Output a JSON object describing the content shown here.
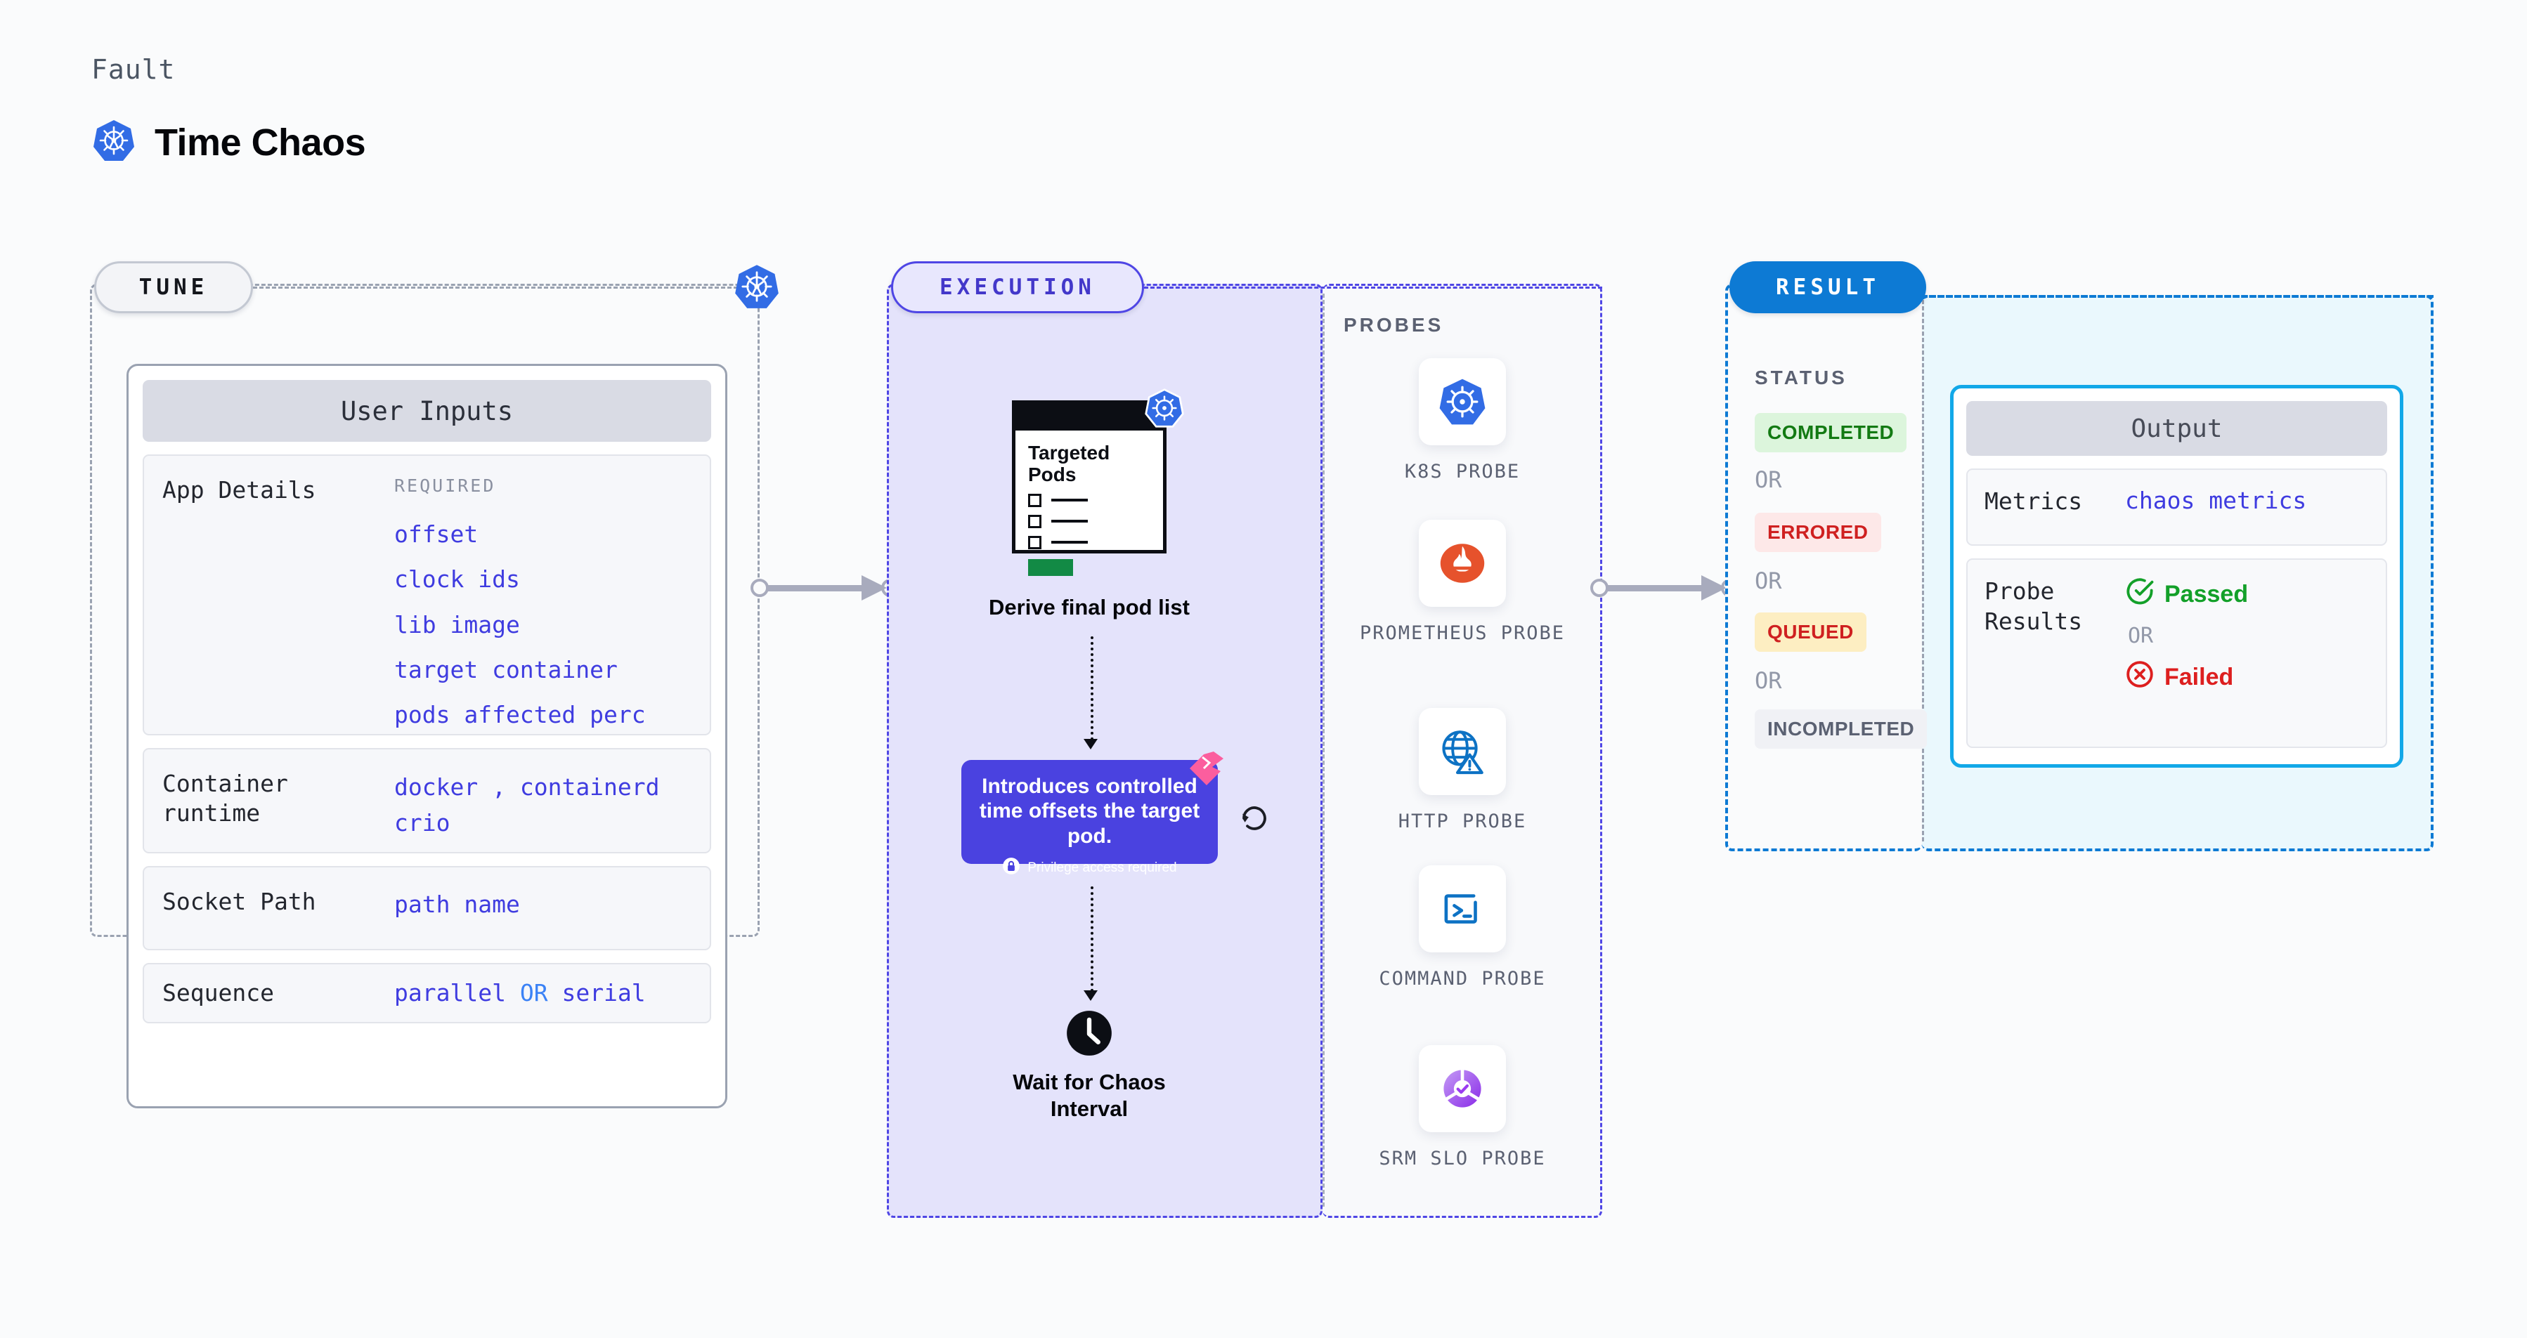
{
  "header": {
    "eyebrow": "Fault",
    "title": "Time Chaos",
    "icon": "kubernetes-icon"
  },
  "stages": {
    "tune": {
      "label": "TUNE"
    },
    "execution": {
      "label": "EXECUTION"
    },
    "result": {
      "label": "RESULT"
    }
  },
  "tune": {
    "card_title": "User Inputs",
    "rows": [
      {
        "key": "App Details",
        "required_label": "REQUIRED",
        "values": [
          "offset",
          "clock ids",
          "lib image",
          "target container",
          "pods affected perc"
        ]
      },
      {
        "key": "Container runtime",
        "values": [
          "docker",
          "containerd",
          "crio"
        ],
        "separator": ","
      },
      {
        "key": "Socket Path",
        "values": [
          "path name"
        ]
      },
      {
        "key": "Sequence",
        "values": [
          "parallel",
          "serial"
        ],
        "conjunction": "OR"
      }
    ]
  },
  "execution": {
    "podlist": {
      "title_line1": "Targeted",
      "title_line2": "Pods",
      "badge_icon": "kubernetes-icon"
    },
    "podlist_caption": "Derive final pod list",
    "description": "Introduces controlled time offsets the target pod.",
    "privilege_note": "Privilege access required",
    "privilege_icon": "lock-icon",
    "retry_icon": "refresh-ccw-icon",
    "corner_icon": "pink-ribbon-icon",
    "wait_caption_line1": "Wait for Chaos",
    "wait_caption_line2": "Interval",
    "wait_icon": "clock-icon"
  },
  "probes": {
    "title": "PROBES",
    "items": [
      {
        "label": "K8S PROBE",
        "icon": "kubernetes-icon"
      },
      {
        "label": "PROMETHEUS PROBE",
        "icon": "prometheus-icon"
      },
      {
        "label": "HTTP PROBE",
        "icon": "globe-warning-icon"
      },
      {
        "label": "COMMAND PROBE",
        "icon": "terminal-icon"
      },
      {
        "label": "SRM SLO PROBE",
        "icon": "srm-slo-icon"
      }
    ]
  },
  "result": {
    "status_title": "STATUS",
    "or_label": "OR",
    "statuses": [
      {
        "label": "COMPLETED",
        "bg": "#dcf5dc",
        "fg": "#137a13"
      },
      {
        "label": "ERRORED",
        "bg": "#fde8e8",
        "fg": "#cf2020"
      },
      {
        "label": "QUEUED",
        "bg": "#fdeec2",
        "fg": "#cf2020"
      },
      {
        "label": "INCOMPLETED",
        "bg": "#f0f1f5",
        "fg": "#5b6172"
      }
    ],
    "output": {
      "card_title": "Output",
      "metrics_key": "Metrics",
      "metrics_value": "chaos metrics",
      "probe_results_key": "Probe Results",
      "passed_label": "Passed",
      "failed_label": "Failed",
      "or_label": "OR",
      "passed_icon": "check-circle-icon",
      "failed_icon": "x-circle-icon"
    }
  },
  "colors": {
    "kubernetes_blue": "#326ce5",
    "execution_purple": "#4f46e5",
    "result_blue": "#0d7ad4",
    "output_cyan": "#12a8e8",
    "accent_indigo": "#3f3ce0"
  }
}
